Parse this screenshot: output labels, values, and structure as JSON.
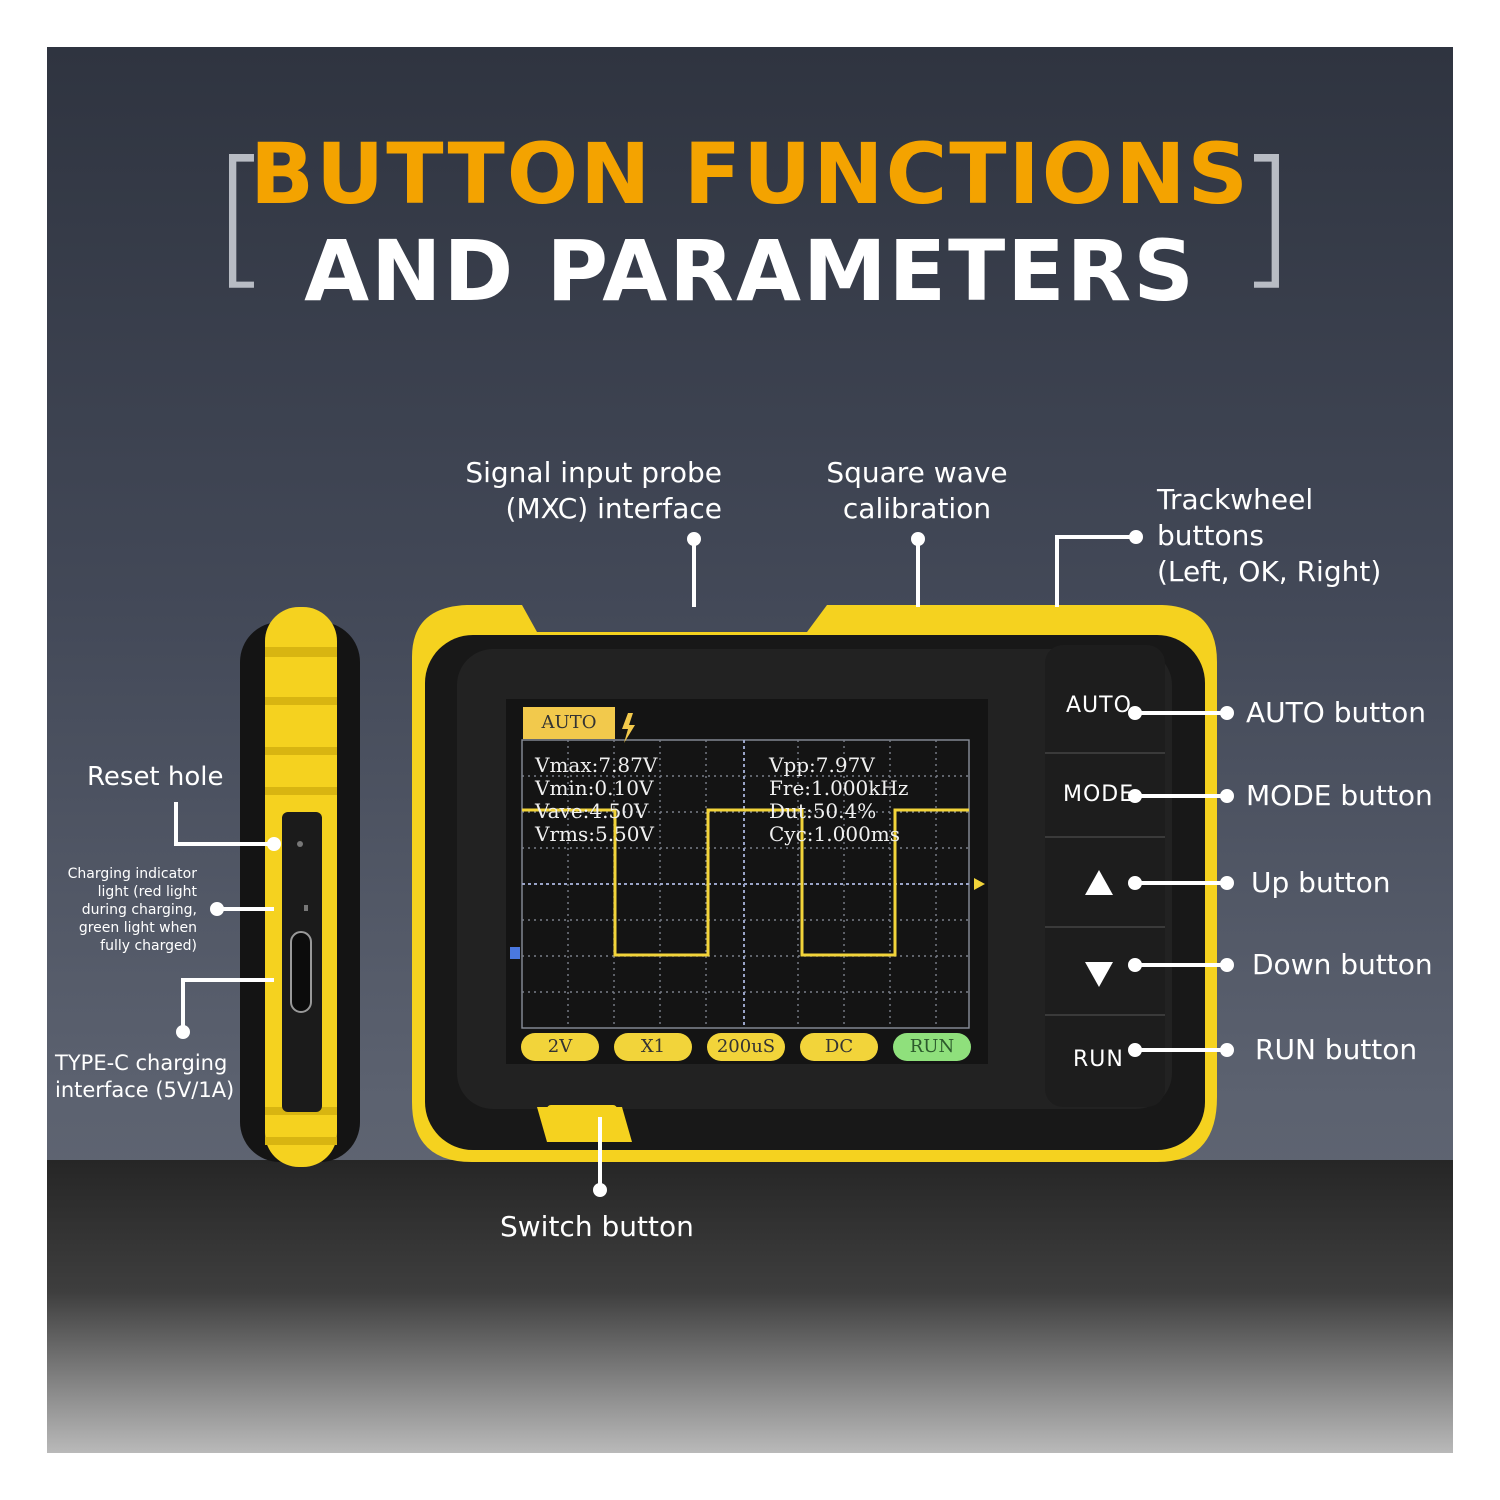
{
  "title": {
    "line1": "BUTTON FUNCTIONS",
    "line2": "AND PARAMETERS",
    "bracket_left": "[",
    "bracket_right": "]"
  },
  "callouts": {
    "signal_input": [
      "Signal input probe",
      "(MXC) interface"
    ],
    "square_wave": [
      "Square wave",
      "calibration"
    ],
    "trackwheel": [
      "Trackwheel",
      "buttons",
      "(Left, OK, Right)"
    ],
    "auto_button": "AUTO button",
    "mode_button": "MODE button",
    "up_button": "Up button",
    "down_button": "Down button",
    "run_button": "RUN button",
    "switch_button": "Switch button",
    "reset_hole": "Reset hole",
    "charging_indicator": [
      "Charging indicator",
      "light (red light",
      "during charging,",
      "green light when",
      "fully charged)"
    ],
    "type_c": [
      "TYPE-C charging",
      "interface (5V/1A)"
    ]
  },
  "device": {
    "auto_label": "AUTO",
    "mode_label": "MODE",
    "run_label": "RUN",
    "screen": {
      "mode_tag": "AUTO",
      "readouts_left": [
        "Vmax:7.87V",
        "Vmin:0.10V",
        "Vave:4.50V",
        "Vrms:5.50V"
      ],
      "readouts_right": [
        "Vpp:7.97V",
        "Fre:1.000kHz",
        "Dut:50.4%",
        "Cyc:1.000ms"
      ],
      "bottom_buttons": [
        "2V",
        "X1",
        "200uS",
        "DC",
        "RUN"
      ]
    }
  },
  "colors": {
    "accent_orange": "#f4a300",
    "device_yellow": "#f5d21f",
    "waveform": "#f2d43a",
    "run_green": "#8fe07c"
  }
}
